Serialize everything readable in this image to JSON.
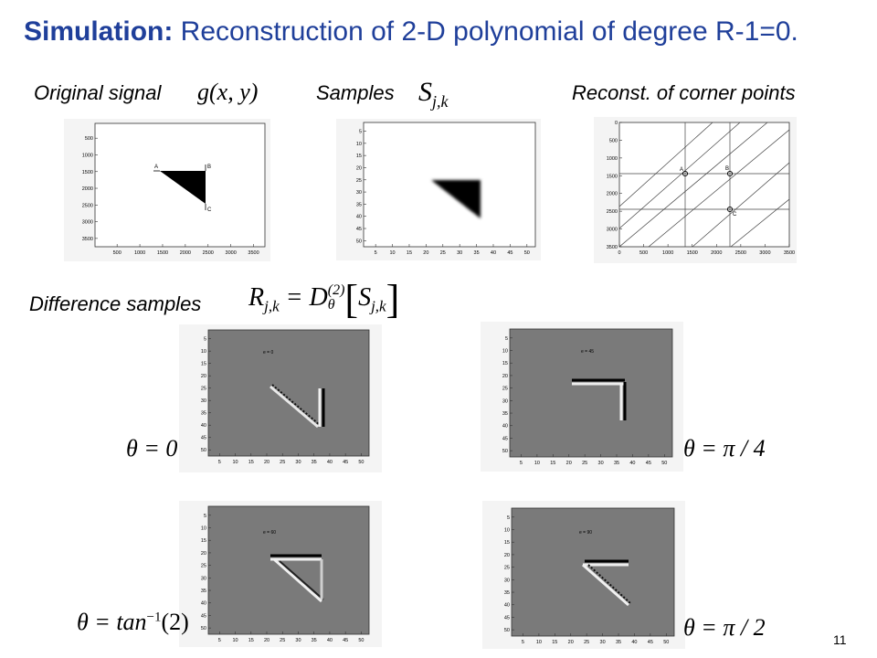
{
  "title": {
    "bold": "Simulation:",
    "rest": " Reconstruction of 2-D polynomial of degree R-1=0."
  },
  "labels": {
    "original": "Original signal",
    "samples": "Samples",
    "reconst": "Reconst. of corner points",
    "difference": "Difference samples"
  },
  "math": {
    "g": "g(x, y)",
    "s": "S",
    "s_sub": "j,k",
    "eq": "R",
    "eq_sub": "j,k",
    "eq_mid": " = D",
    "eq_sup": "(2)",
    "eq_subtheta": "θ",
    "eq_bracket_l": "[",
    "eq_s": "S",
    "eq_s_sub": "j,k",
    "eq_bracket_r": "]",
    "theta0": "θ = 0",
    "thetapi4": "θ = π / 4",
    "thetatan": "θ = tan",
    "thetatan_sup": "−1",
    "thetatan_arg": "(2)",
    "thetapi2": "θ = π / 2"
  },
  "plots": {
    "original": {
      "yticks": [
        "500",
        "1000",
        "1500",
        "2000",
        "2500",
        "3000",
        "3500"
      ],
      "xticks": [
        "500",
        "1000",
        "1500",
        "2000",
        "2500",
        "3000",
        "3500"
      ],
      "points": [
        "A",
        "B",
        "C"
      ]
    },
    "samples": {
      "yticks": [
        "5",
        "10",
        "15",
        "20",
        "25",
        "30",
        "35",
        "40",
        "45",
        "50"
      ],
      "xticks": [
        "5",
        "10",
        "15",
        "20",
        "25",
        "30",
        "35",
        "40",
        "45",
        "50"
      ]
    },
    "reconst": {
      "yticks": [
        "0",
        "500",
        "1000",
        "1500",
        "2000",
        "2500",
        "3000",
        "3500"
      ],
      "xticks": [
        "0",
        "500",
        "1000",
        "1500",
        "2000",
        "2500",
        "3000",
        "3500"
      ],
      "points": [
        "A",
        "B",
        "C"
      ]
    },
    "diff": {
      "ticks": [
        "5",
        "10",
        "15",
        "20",
        "25",
        "30",
        "35",
        "40",
        "45",
        "50"
      ],
      "angles": [
        "e = 0",
        "e = 45",
        "e = 60",
        "e = 90"
      ]
    }
  },
  "page_number": "11"
}
